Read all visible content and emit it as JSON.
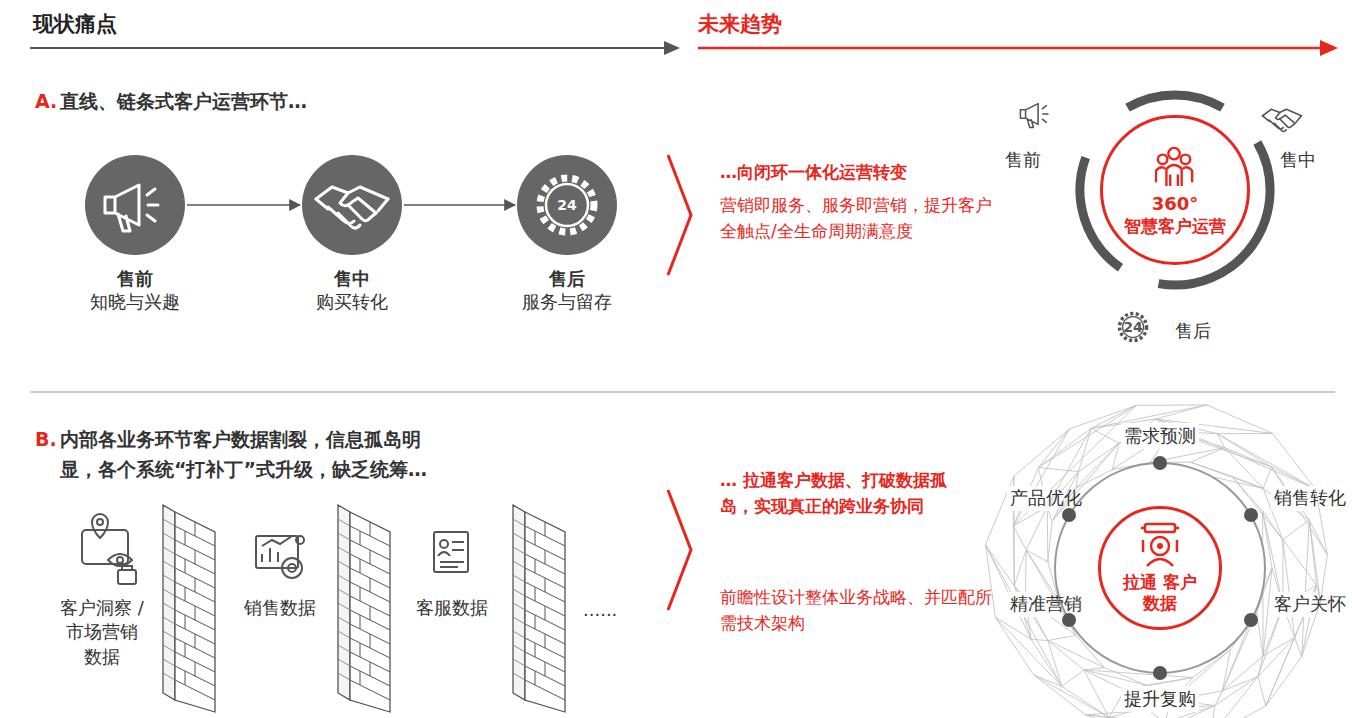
{
  "diagram": {
    "nodes": [
      {
        "text": [
          "售前",
          "知晓与兴趣"
        ]
      },
      {
        "text": [
          "售中",
          "购买转化"
        ]
      },
      {
        "text": [
          "售后",
          "服务与留存"
        ]
      },
      {
        "text": [
          "360°",
          "智慧客户运营"
        ]
      },
      {
        "text": [
          "拉通 客户数据"
        ]
      }
    ],
    "edges": [
      {
        "from": 0,
        "to": 1,
        "arrow": "to"
      },
      {
        "from": 1,
        "to": 2,
        "arrow": "to"
      }
    ],
    "labels": [
      "现状痛点",
      "未来趋势",
      "A.",
      "直线、链条式客户运营环节…",
      "…向闭环一体化运营转变",
      "营销即服务、服务即营销，提升客户全触点/全生命周期满意度",
      "售前",
      "售中",
      "售后",
      "24",
      "24",
      "B.",
      "内部各业务环节客户数据割裂，信息孤岛明显，各个系统“打补丁”式升级，缺乏统筹…",
      "客户洞察 / 市场营销 数据",
      "销售数据",
      "客服数据",
      "......",
      "… 拉通客户数据、打破数据孤岛，实现真正的跨业务协同",
      "前瞻性设计整体业务战略、并匹配所需技术架构",
      "需求预测",
      "销售转化",
      "客户关怀",
      "提升复购",
      "精准营销",
      "产品优化"
    ]
  }
}
